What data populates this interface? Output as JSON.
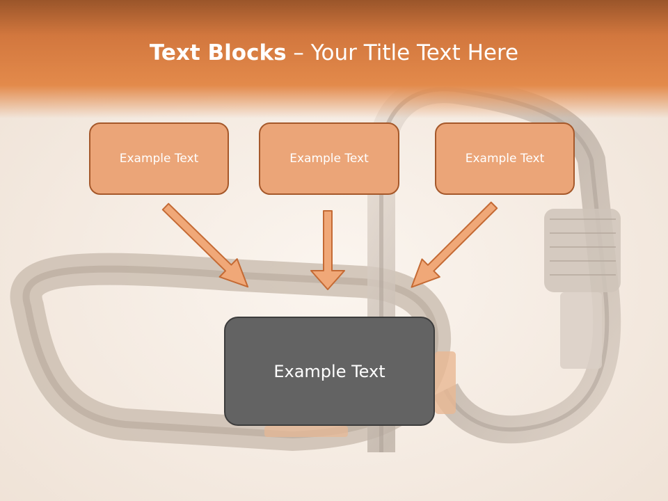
{
  "slide": {
    "title_bold": "Text Blocks",
    "title_separator": " – ",
    "title_rest": "Your Title Text Here",
    "top_boxes": [
      {
        "label": "Example Text"
      },
      {
        "label": "Example Text"
      },
      {
        "label": "Example Text"
      }
    ],
    "center_box": {
      "label": "Example Text"
    }
  },
  "colors": {
    "accent_orange": "#e38a4b",
    "box_fill": "#eba578",
    "box_border": "#a5582a",
    "center_fill": "#636363",
    "arrow_fill": "#f0a878",
    "arrow_stroke": "#c46a34"
  },
  "icons": {
    "background": "carabiner-photo-illustration",
    "arrows": "arrow-down-icon"
  }
}
